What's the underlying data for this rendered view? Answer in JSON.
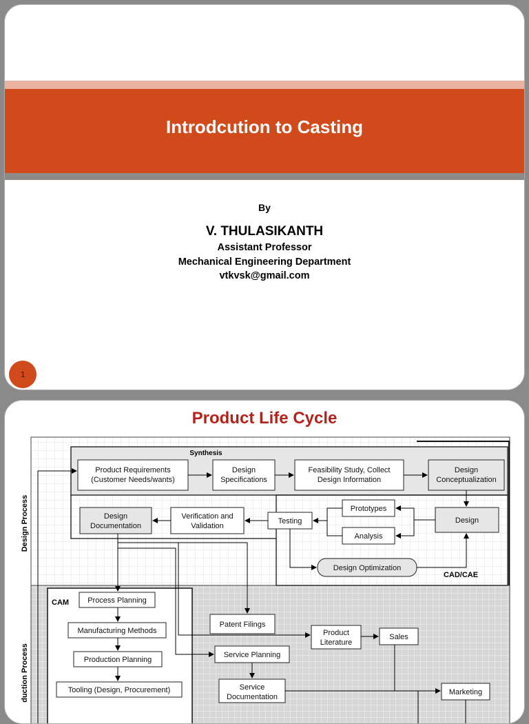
{
  "slide1": {
    "title": "Introdcution to Casting",
    "by": "By",
    "author": "V. THULASIKANTH",
    "role": "Assistant  Professor",
    "department": "Mechanical Engineering Department",
    "email": "vtkvsk@gmail.com",
    "page_number": "1"
  },
  "slide2": {
    "title": "Product Life Cycle",
    "diagram": {
      "label_design_process": "Design Process",
      "label_production_process": "duction Process",
      "synthesis": "Synthesis",
      "cad_cae": "CAD/CAE",
      "cam": "CAM",
      "product_requirements_1": "Product Requirements",
      "product_requirements_2": "(Customer Needs/wants)",
      "design_specifications_1": "Design",
      "design_specifications_2": "Specifications",
      "feasibility_1": "Feasibility Study, Collect",
      "feasibility_2": "Design Information",
      "design_conceptualization_1": "Design",
      "design_conceptualization_2": "Conceptualization",
      "prototypes": "Prototypes",
      "design_documentation_1": "Design",
      "design_documentation_2": "Documentation",
      "verification_1": "Verification and",
      "verification_2": "Validation",
      "testing": "Testing",
      "design": "Design",
      "analysis": "Analysis",
      "design_optimization": "Design Optimization",
      "process_planning": "Process Planning",
      "patent_filings": "Patent Filings",
      "manufacturing_methods": "Manufacturing Methods",
      "product_literature_1": "Product",
      "product_literature_2": "Literature",
      "sales": "Sales",
      "service_planning": "Service Planning",
      "production_planning": "Production Planning",
      "service_documentation_1": "Service",
      "service_documentation_2": "Documentation",
      "tooling": "Tooling (Design, Procurement)",
      "marketing": "Marketing"
    }
  }
}
